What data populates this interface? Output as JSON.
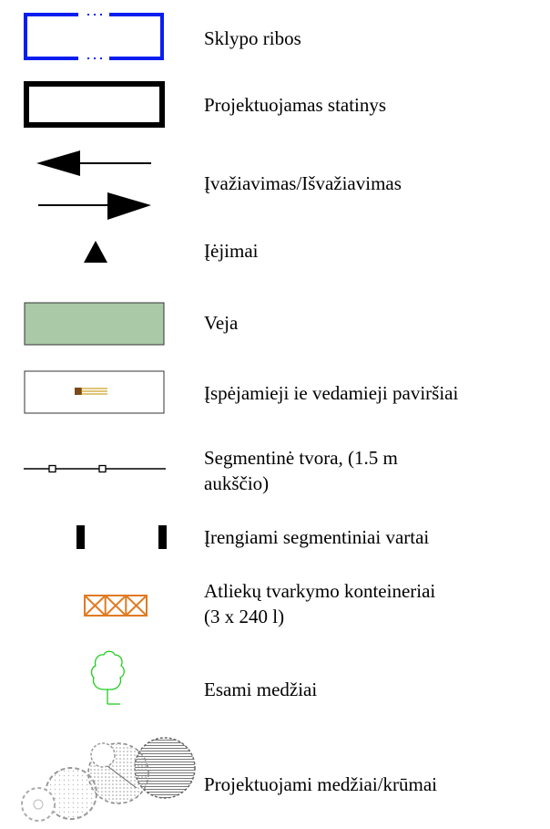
{
  "legend": {
    "items": [
      {
        "key": "sklypo-ribos",
        "label": "Sklypo ribos",
        "icon": "dashed-boundary-icon",
        "color": "#0a1ef0"
      },
      {
        "key": "projektuojamas-statinys",
        "label": "Projektuojamas statinys",
        "icon": "building-outline-icon",
        "color": "#000000"
      },
      {
        "key": "ivaziavimas",
        "label": "Įvažiavimas/Išvažiavimas",
        "icon": "entry-exit-arrows-icon",
        "color": "#000000"
      },
      {
        "key": "iejimai",
        "label": "Įėjimai",
        "icon": "entrance-triangle-icon",
        "color": "#000000"
      },
      {
        "key": "veja",
        "label": "Veja",
        "icon": "lawn-swatch-icon",
        "color": "#a9c9a7"
      },
      {
        "key": "ispejamieji",
        "label": "Įspėjamieji ie vedamieji paviršiai",
        "icon": "tactile-surface-icon",
        "color": "#b8860b"
      },
      {
        "key": "tvora",
        "label_line1": "Segmentinė tvora, (1.5 m",
        "label_line2": "aukščio)",
        "icon": "fence-line-icon",
        "color": "#000000"
      },
      {
        "key": "vartai",
        "label": "Įrengiami segmentiniai vartai",
        "icon": "gate-posts-icon",
        "color": "#000000"
      },
      {
        "key": "konteineriai",
        "label_line1": "Atliekų tvarkymo konteineriai",
        "label_line2": "(3 x 240 l)",
        "icon": "waste-containers-icon",
        "color": "#e07b22"
      },
      {
        "key": "esami-medziai",
        "label": "Esami medžiai",
        "icon": "existing-tree-icon",
        "color": "#22cc22"
      },
      {
        "key": "projektuojami-medziai",
        "label": "Projektuojami medžiai/krūmai",
        "icon": "planned-trees-icon",
        "color": "#9a9a9a"
      }
    ]
  }
}
